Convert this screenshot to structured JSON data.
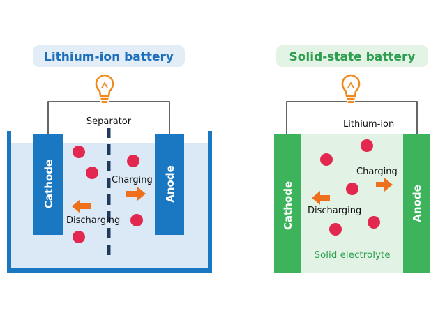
{
  "colors": {
    "li_blue": "#1a78c2",
    "li_title_text": "#1c6fb8",
    "li_title_bg": "#e3edf8",
    "li_electrolyte": "#dbe8f6",
    "ss_green": "#3db35b",
    "ss_title_text": "#2c9e4e",
    "ss_title_bg": "#e3f3e6",
    "ss_electrolyte": "#e2f3e5",
    "ion_red": "#e3284f",
    "arrow_orange": "#ee6f1c",
    "bulb_orange": "#f08a1e",
    "wire": "#333333",
    "separator": "#1e3a5f",
    "label_text": "#111111"
  },
  "lithium_ion": {
    "title": "Lithium-ion battery",
    "separator_label": "Separator",
    "cathode_label": "Cathode",
    "anode_label": "Anode",
    "charging_label": "Charging",
    "discharging_label": "Discharging",
    "bulb_icon": "lightbulb-icon"
  },
  "solid_state": {
    "title": "Solid-state battery",
    "lithium_ion_label": "Lithium-ion",
    "cathode_label": "Cathode",
    "anode_label": "Anode",
    "charging_label": "Charging",
    "discharging_label": "Discharging",
    "electrolyte_label": "Solid electrolyte",
    "bulb_icon": "lightbulb-icon"
  }
}
